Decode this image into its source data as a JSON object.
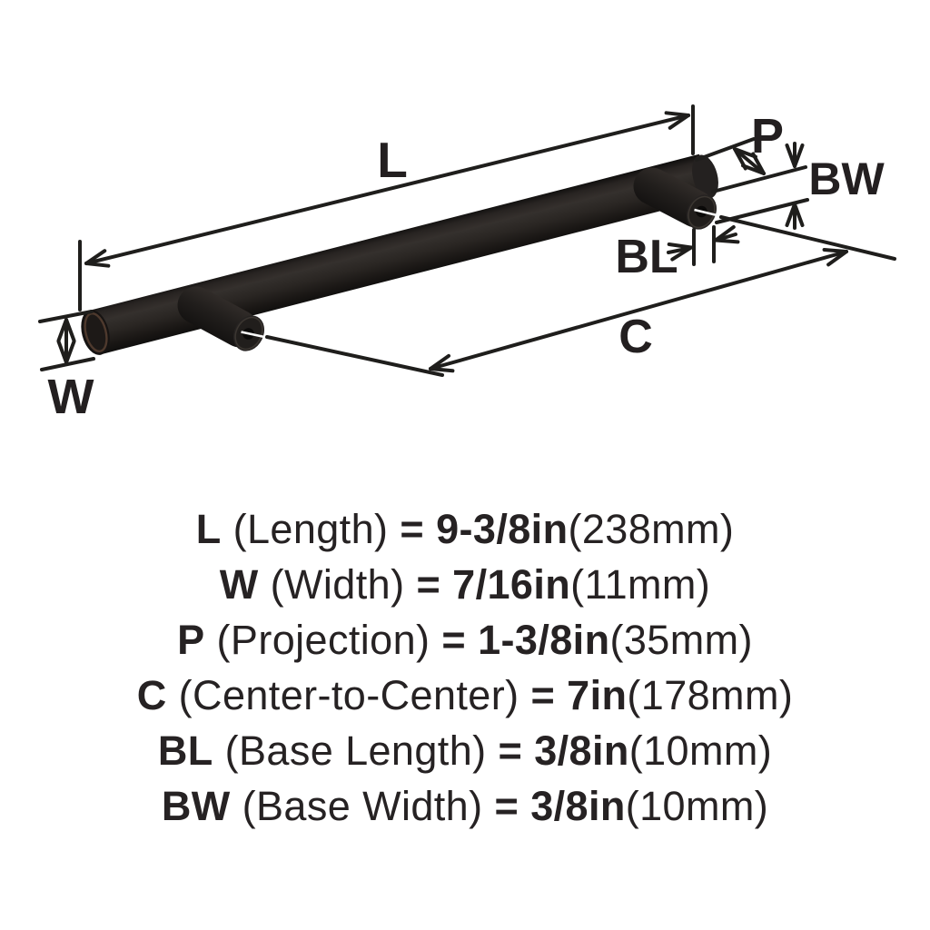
{
  "diagram": {
    "labels": {
      "length": "L",
      "width": "W",
      "projection": "P",
      "center_to_center": "C",
      "base_length": "BL",
      "base_width": "BW"
    },
    "colors": {
      "ink": "#231f20",
      "handle_dark": "#171413",
      "handle_mid": "#332e2b",
      "bronze_ring": "#513c2f",
      "screw_highlight": "#fbfbfb",
      "background": "#ffffff"
    }
  },
  "specs": [
    {
      "label": "L",
      "name": "(Length)",
      "equals": "=",
      "value": "9-3/8in",
      "metric": "(238mm)"
    },
    {
      "label": "W",
      "name": "(Width)",
      "equals": "=",
      "value": "7/16in",
      "metric": "(11mm)"
    },
    {
      "label": "P",
      "name": "(Projection)",
      "equals": "=",
      "value": "1-3/8in",
      "metric": "(35mm)"
    },
    {
      "label": "C",
      "name": "(Center-to-Center)",
      "equals": "=",
      "value": "7in",
      "metric": "(178mm)"
    },
    {
      "label": "BL",
      "name": "(Base Length)",
      "equals": "=",
      "value": "3/8in",
      "metric": "(10mm)"
    },
    {
      "label": "BW",
      "name": "(Base Width)",
      "equals": "=",
      "value": "3/8in",
      "metric": "(10mm)"
    }
  ]
}
